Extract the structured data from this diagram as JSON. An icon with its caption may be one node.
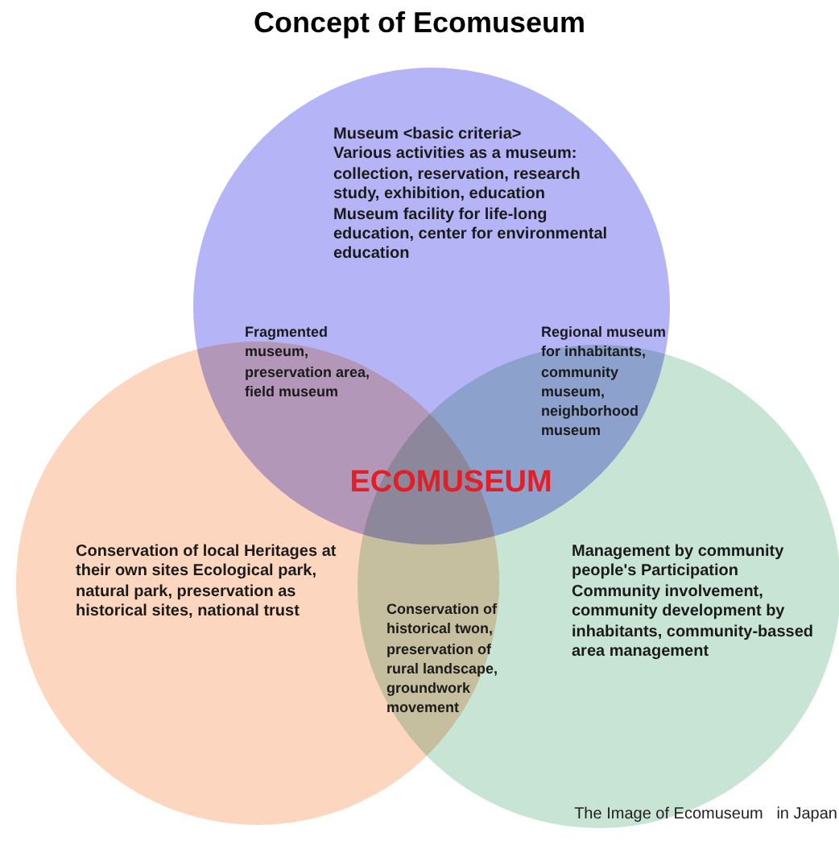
{
  "diagram": {
    "title": "Concept of Ecomuseum",
    "caption": "The Image of Ecomuseum   in Japan",
    "nodes": [
      {
        "text": [
          "Museum <basic criteria>",
          "Various activities as a museum: collection, reservation, research study, exhibition, education",
          "Museum facility for life-long education, center for environmental education"
        ]
      },
      {
        "text": [
          "Conservation of local Heritages at their own sites Ecological park, natural park, preservation as historical sites, national trust"
        ]
      },
      {
        "text": [
          "Management by community people's Participation",
          "Community involvement, community development by inhabitants, community-bassed area management"
        ]
      }
    ],
    "labels": [
      "Fragmented museum, preservation area, field museum",
      "Regional museum for inhabitants, community museum, neighborhood museum",
      "ECOMUSEUM",
      "Conservation of historical twon, preservation of rural landscape, groundwork movement"
    ]
  }
}
